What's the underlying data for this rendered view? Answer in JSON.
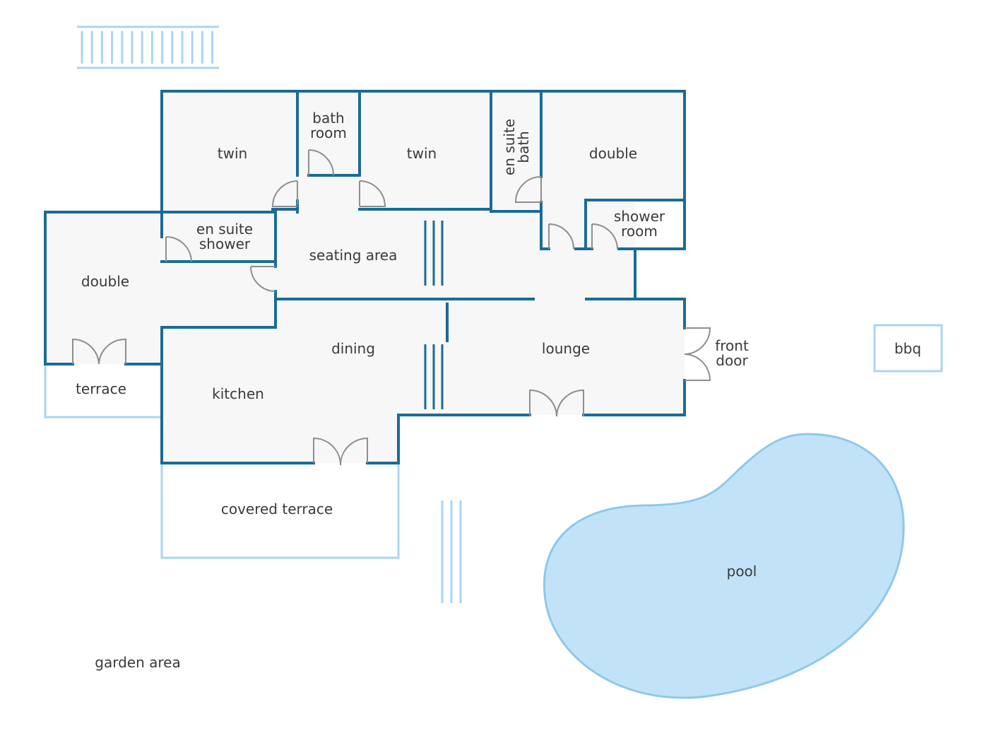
{
  "colors": {
    "wall": "#1b6b96",
    "light_line": "#a8d6f2",
    "floor": "#f7f7f7",
    "pool": "#c2e3f7",
    "pool_edge": "#8fc8eb",
    "door": "#8e8e8e",
    "text": "#3a3a3a"
  },
  "rooms": {
    "twin_left": "twin",
    "bath_room": [
      "bath",
      "room"
    ],
    "twin_middle": "twin",
    "en_suite_bath": [
      "en suite",
      "bath"
    ],
    "double_right": "double",
    "en_suite_shower": [
      "en suite",
      "shower"
    ],
    "shower_room": [
      "shower",
      "room"
    ],
    "seating_area": "seating area",
    "double_left": "double",
    "terrace": "terrace",
    "dining": "dining",
    "kitchen": "kitchen",
    "lounge": "lounge",
    "front_door": [
      "front",
      "door"
    ],
    "covered_terrace": "covered terrace",
    "bbq": "bbq",
    "pool": "pool",
    "garden_area": "garden area"
  },
  "icons": {
    "stairs": "stairs-icon",
    "door_swing": "door-swing-icon",
    "double_door": "double-door-icon",
    "pool": "pool-shape-icon"
  }
}
